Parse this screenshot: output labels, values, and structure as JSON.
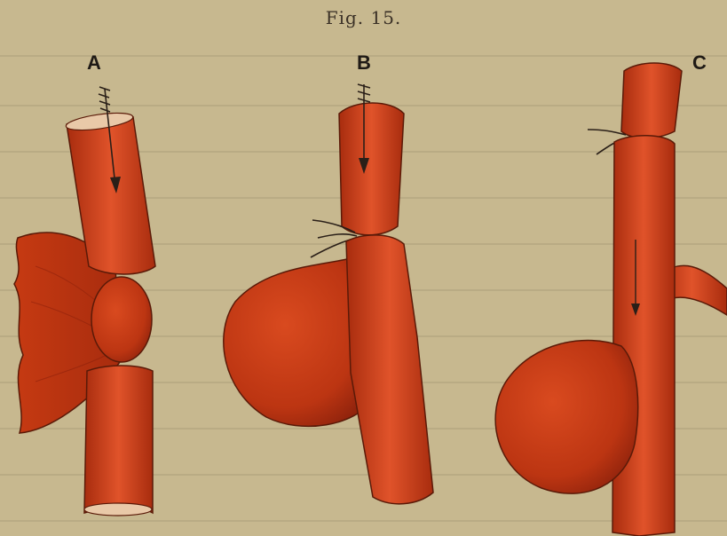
{
  "figure": {
    "title": "Fig. 15.",
    "panels": [
      {
        "label": "A",
        "subject": "vessel-split-open-with-bilobed-sac"
      },
      {
        "label": "B",
        "subject": "vessel-with-ligature-and-lateral-aneurysm"
      },
      {
        "label": "C",
        "subject": "vessel-with-branch-and-lateral-aneurysm"
      }
    ]
  },
  "colors": {
    "paper": "#c7b88f",
    "vessel": "#c63a12",
    "vessel_dark": "#8e220c",
    "vessel_light": "#e25a2c",
    "ink": "#2a1f18"
  }
}
